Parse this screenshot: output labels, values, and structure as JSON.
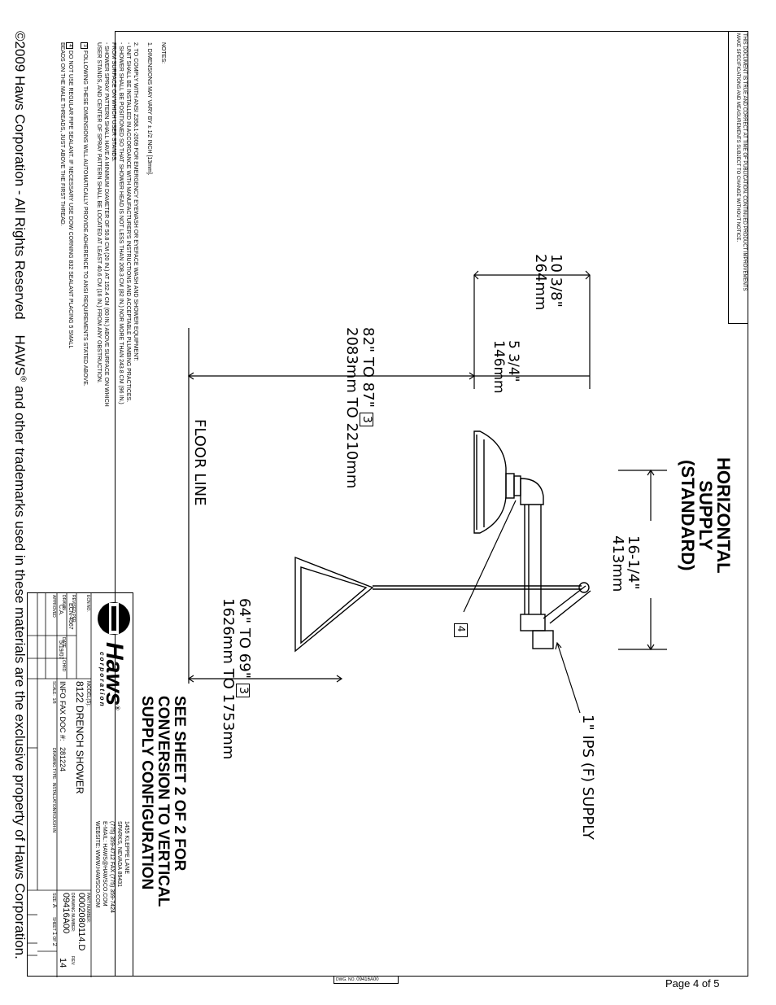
{
  "document": {
    "copyright_prefix": "©2009 Haws Corporation - All Rights Reserved",
    "copyright_brand": "HAWS",
    "copyright_reg": "®",
    "copyright_suffix": " and other trademarks used in these materials are the exclusive property of Haws Corporation.",
    "notice_line1": "THIS DOCUMENT IS TRUE AND CORRECT AT TIME OF PUBLICATION. CONTINUED PRODUCT IMPROVEMENTS",
    "notice_line2": "MAKE SPECIFICATIONS AND MEASUREMENTS SUBJECT TO CHANGE WITHOUT NOTICE.",
    "page_label": "Page 4 of 5",
    "dwg_ref_label": "DWG. NO.",
    "dwg_ref_value": "09416A00"
  },
  "notes": {
    "heading": "NOTES:",
    "note1": "1.  DIMENSIONS MAY VARY BY ± 1/2 INCH [13mm].",
    "note2_l1": "2.  TO COMPLY WITH ANSI Z358.1-2009 FOR EMERGENCY EYEWASH OR EYEFACE WASH AND SHOWER EQUIPMENT:",
    "note2_l2": "  - UNIT SHALL BE INSTALLED IN ACCORDANCE WITH MANUFACTURER'S INSTRUCTIONS AND ACCEPTABLE PLUMBING PRACTICES.",
    "note2_l3": "  - SHOWER SHALL BE POSITIONED SO THAT SHOWER HEAD IS NOT LESS THAN 208.3 CM (82 IN.) NOR MORE THAN 243.8 CM (96 IN.)",
    "note2_l4": "    FROM SURFACE ON WHICH USER STANDS.",
    "note2_l5": "  - SHOWER SPRAY PATTERN SHALL HAVE A MINIMUM DIAMETER OF 50.8 CM (20 IN.) AT 152.4 CM (60 IN.) ABOVE SURFACE ON WHICH",
    "note2_l6": "    USER STANDS, AND CENTER OF SPRAY PATTERN SHALL BE LOCATED AT LEAST 40.6 CM (16 IN.) FROM ANY OBSTRUCTION.",
    "note3_num": "3",
    "note3": "FOLLOWING THESE DIMENSIONS WILL AUTOMATICALLY PROVIDE ADHERENCE TO ANSI REQUIREMENTS STATED ABOVE.",
    "note4_num": "4",
    "note4_l1": "DO NOT USE REGULAR PIPE SEALANT.  IF NECESSARY USE DOW CORNING 832 SEALANT PLACING 5 SMALL",
    "note4_l2": "BEADS ON THE MALE THREADS, JUST ABOVE THE FIRST THREAD."
  },
  "drawing": {
    "title_l1": "HORIZONTAL",
    "title_l2": "SUPPLY",
    "title_l3": "(STANDARD)",
    "see_sheet_l1": "SEE SHEET 2 OF 2 FOR",
    "see_sheet_l2": "CONVERSION TO VERTICAL",
    "see_sheet_l3": "SUPPLY CONFIGURATION",
    "dim_top_in": "10  3/8\"",
    "dim_top_mm": "264mm",
    "dim_head_in": "5  3/4\"",
    "dim_head_mm": "146mm",
    "dim_shower_in": "82\"  TO  87\"",
    "dim_shower_mm": "2083mm  TO  2210mm",
    "dim_shower_ref": "3",
    "dim_reach_in": "16-1/4\"",
    "dim_reach_mm": "413mm",
    "dim_handle_in": "64\"  TO  69\"",
    "dim_handle_mm": "1626mm  TO  1753mm",
    "dim_handle_ref": "3",
    "floor_line": "FLOOR  LINE",
    "supply_label": "1\"  IPS  (F)  SUPPLY",
    "balloon_ref": "4"
  },
  "title_block": {
    "brand": "Haws",
    "brand_reg": "®",
    "brand_sub": "c o r p o r a t i o n",
    "address_l1": "1455 KLEPPE LANE",
    "address_l2": "SPARKS, NEVADA 89431",
    "address_l3": "(775) 359-4712    FAX (775) 359-7424",
    "address_l4": "E-MAIL: HAWS@HAWSCO.COM",
    "address_l5": "WEBSITE: WWW.HAWSCO.COM",
    "ecn_label": "ECN NO.",
    "ecn_value": "ECN-4567",
    "revised_by_label": "REVISED PER",
    "date_label": "DATE",
    "date_value": "5/19/07",
    "drawn_label": "DRAWN",
    "drawn_value": "C.A.",
    "ckd_label": "CHKD",
    "approved_label": "APPROVED",
    "model_label": "MODEL(S):",
    "model_value": "8122 DRENCH SHOWER",
    "info_label": "INFO FAX DOC #:",
    "info_value": "281224",
    "scale_label": "SCALE:",
    "scale_value": "1/8",
    "drawing_type_label": "DRAWING TYPE:",
    "drawing_type_value": "INSTALLATION/ROUGH-IN",
    "part_number_label": "PART NUMBER:",
    "part_number_value": "0002080114.D",
    "drawing_number_label": "DRAWING NUMBER:",
    "drawing_number_value": "09416A00",
    "size_label": "SIZE:",
    "size_value": "A",
    "sheet_label": "SHEET",
    "sheet_value": "1",
    "of_label": "OF",
    "of_value": "2",
    "rev_label": "REV:",
    "rev_value": "14"
  }
}
